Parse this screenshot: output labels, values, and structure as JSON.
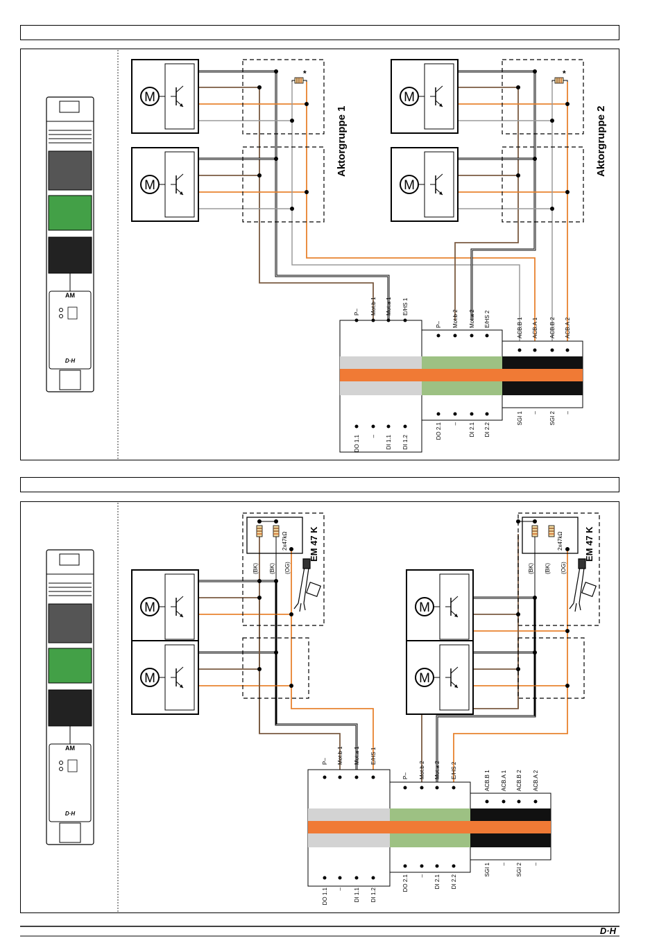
{
  "footer": {
    "logo_text": "D·H"
  },
  "device": {
    "model": "AM",
    "logo": "D·H"
  },
  "diagram1": {
    "group_labels": [
      "Aktorgruppe 1",
      "Aktorgruppe 2"
    ],
    "motor_symbol": "M",
    "asterisk": "*",
    "top_terminals_1": [
      "P–",
      "Mot.b 1",
      "Mot.a 1",
      "E/HS 1"
    ],
    "top_terminals_2": [
      "P–",
      "Mot.b 2",
      "Mot.a 2",
      "E/HS 2"
    ],
    "top_terminals_3": [
      "ACB.B 1",
      "ACB.A 1",
      "ACB.B 2",
      "ACB.A 2"
    ],
    "bottom_terminals_1": [
      "DO 1.1",
      "–",
      "DI 1.1",
      "DI 1.2"
    ],
    "bottom_terminals_2": [
      "DO 2.1",
      "–",
      "DI 2.1",
      "DI 2.2"
    ],
    "bottom_terminals_3": [
      "SGI 1",
      "–",
      "SGI 2",
      "–"
    ]
  },
  "diagram2": {
    "em_label": "EM 47 K",
    "resistor_label": "2x47kΩ",
    "wire_labels": [
      "(BK)",
      "(BK)",
      "(OG)"
    ],
    "motor_symbol": "M",
    "top_terminals_1": [
      "P–",
      "Mot.b 1",
      "Mot.a 1",
      "E/HS 1"
    ],
    "top_terminals_2": [
      "P–",
      "Mot.b 2",
      "Mot.a 2",
      "E/HS 2"
    ],
    "top_terminals_3": [
      "ACB.B 1",
      "ACB.A 1",
      "ACB.B 2",
      "ACB.A 2"
    ],
    "bottom_terminals_1": [
      "DO 1.1",
      "–",
      "DI 1.1",
      "DI 1.2"
    ],
    "bottom_terminals_2": [
      "DO 2.1",
      "–",
      "DI 2.1",
      "DI 2.2"
    ],
    "bottom_terminals_3": [
      "SGI 1",
      "–",
      "SGI 2",
      "–"
    ]
  },
  "colors": {
    "brown": "#7a5a40",
    "orange": "#e8822e",
    "gray": "#9a9a9a",
    "green": "#9dc183",
    "lightgray": "#d3d3d3",
    "orangebar": "#f07a35"
  }
}
